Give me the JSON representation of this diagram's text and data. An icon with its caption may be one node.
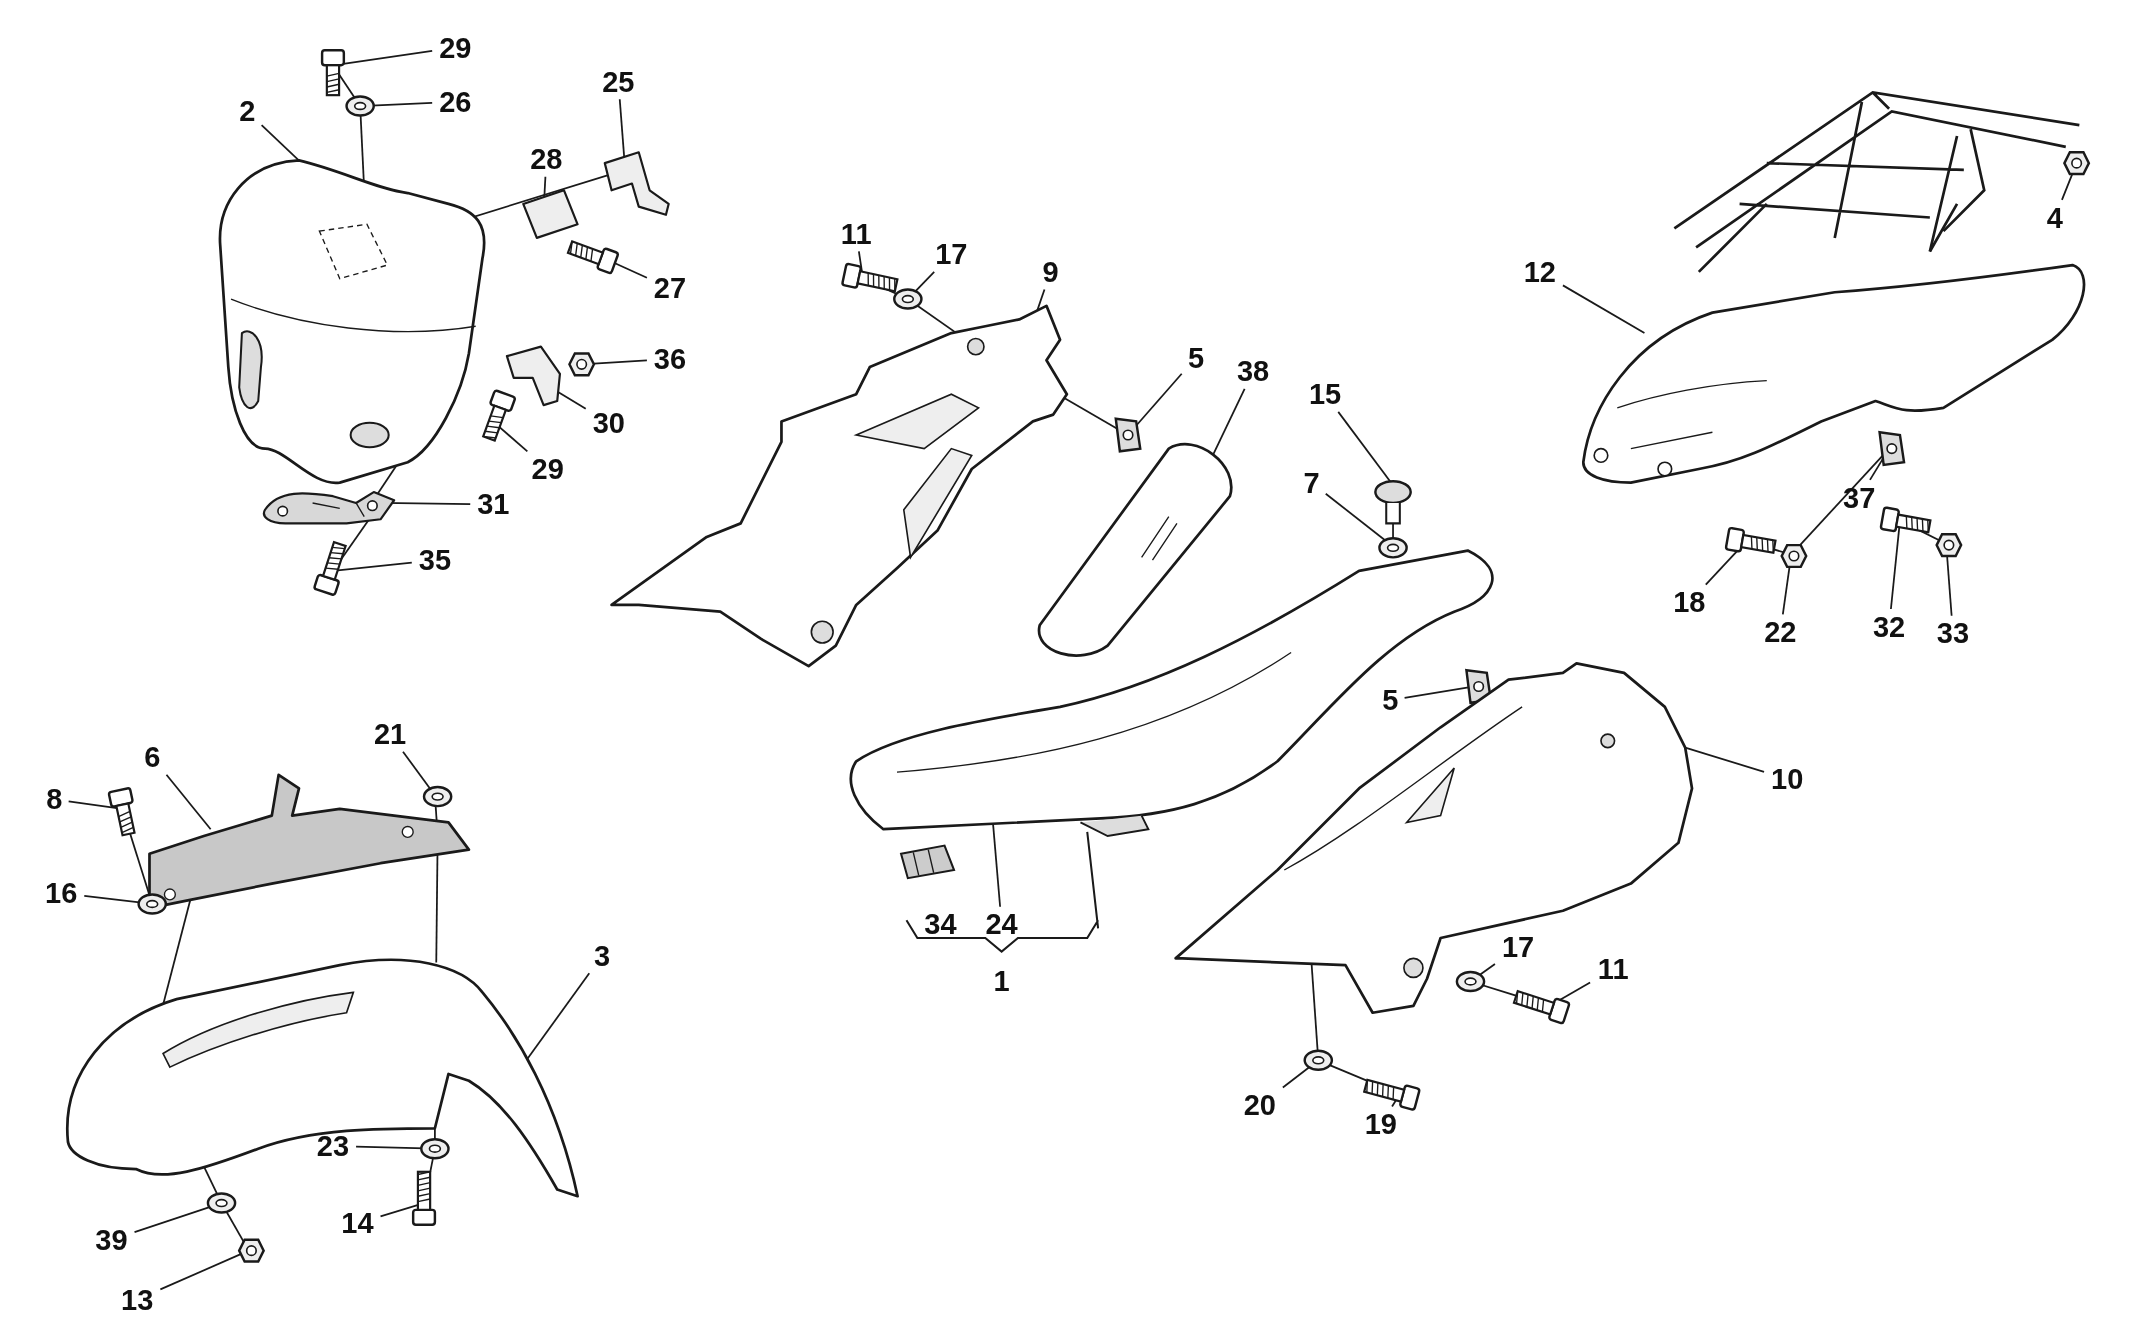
{
  "diagram": {
    "nodes": [
      {
        "text": [
          "29"
        ]
      },
      {
        "text": [
          "26"
        ]
      },
      {
        "text": [
          "2"
        ]
      },
      {
        "text": [
          "25"
        ]
      },
      {
        "text": [
          "28"
        ]
      },
      {
        "text": [
          "27"
        ]
      },
      {
        "text": [
          "36"
        ]
      },
      {
        "text": [
          "30"
        ]
      },
      {
        "text": [
          "29"
        ]
      },
      {
        "text": [
          "31"
        ]
      },
      {
        "text": [
          "35"
        ]
      },
      {
        "text": [
          "11"
        ]
      },
      {
        "text": [
          "17"
        ]
      },
      {
        "text": [
          "9"
        ]
      },
      {
        "text": [
          "5"
        ]
      },
      {
        "text": [
          "38"
        ]
      },
      {
        "text": [
          "15"
        ]
      },
      {
        "text": [
          "7"
        ]
      },
      {
        "text": [
          "12"
        ]
      },
      {
        "text": [
          "4"
        ]
      },
      {
        "text": [
          "37"
        ]
      },
      {
        "text": [
          "18"
        ]
      },
      {
        "text": [
          "22"
        ]
      },
      {
        "text": [
          "32"
        ]
      },
      {
        "text": [
          "33"
        ]
      },
      {
        "text": [
          "5"
        ]
      },
      {
        "text": [
          "10"
        ]
      },
      {
        "text": [
          "21"
        ]
      },
      {
        "text": [
          "6"
        ]
      },
      {
        "text": [
          "8"
        ]
      },
      {
        "text": [
          "16"
        ]
      },
      {
        "text": [
          "3"
        ]
      },
      {
        "text": [
          "24"
        ]
      },
      {
        "text": [
          "17"
        ]
      },
      {
        "text": [
          "11"
        ]
      },
      {
        "text": [
          "20"
        ]
      },
      {
        "text": [
          "19"
        ]
      },
      {
        "text": [
          "23"
        ]
      },
      {
        "text": [
          "14"
        ]
      },
      {
        "text": [
          "39"
        ]
      },
      {
        "text": [
          "13"
        ]
      },
      {
        "text": [],
        "shape": "picture"
      },
      {
        "text": [],
        "shape": "picture"
      },
      {
        "text": [],
        "shape": "picture"
      },
      {
        "text": [],
        "shape": "picture"
      },
      {
        "text": [],
        "shape": "picture"
      },
      {
        "text": [],
        "shape": "picture"
      },
      {
        "text": [],
        "shape": "picture"
      },
      {
        "text": [],
        "shape": "picture"
      },
      {
        "text": [],
        "shape": "picture"
      },
      {
        "text": [],
        "shape": "picture"
      },
      {
        "text": [],
        "shape": "picture"
      },
      {
        "text": [],
        "shape": "picture"
      },
      {
        "text": [],
        "shape": "picture"
      },
      {
        "text": [],
        "shape": "picture"
      },
      {
        "text": [],
        "shape": "picture"
      },
      {
        "text": [],
        "shape": "picture"
      },
      {
        "text": [],
        "shape": "picture"
      },
      {
        "text": [],
        "shape": "picture"
      },
      {
        "text": [],
        "shape": "picture"
      },
      {
        "text": [],
        "shape": "picture"
      },
      {
        "text": [],
        "shape": "picture"
      },
      {
        "text": [],
        "shape": "picture"
      },
      {
        "text": [],
        "shape": "picture"
      },
      {
        "text": [],
        "shape": "picture"
      },
      {
        "text": [],
        "shape": "picture"
      },
      {
        "text": [],
        "shape": "picture"
      },
      {
        "text": [],
        "shape": "picture"
      },
      {
        "text": [],
        "shape": "picture"
      },
      {
        "text": [],
        "shape": "picture"
      },
      {
        "text": [],
        "shape": "picture"
      },
      {
        "text": [],
        "shape": "picture"
      },
      {
        "text": [],
        "shape": "picture"
      },
      {
        "text": [],
        "shape": "picture"
      },
      {
        "text": [],
        "shape": "picture"
      },
      {
        "text": [],
        "shape": "picture"
      },
      {
        "text": [],
        "shape": "picture"
      },
      {
        "text": [],
        "shape": "picture"
      },
      {
        "text": [],
        "shape": "picture"
      },
      {
        "text": [],
        "shape": "picture"
      },
      {
        "text": [],
        "shape": "picture"
      },
      {
        "text": [],
        "shape": "picture"
      }
    ],
    "edges": [
      {
        "from": 0,
        "to": 41,
        "arrow": "none"
      },
      {
        "from": 1,
        "to": 42,
        "arrow": "none"
      },
      {
        "from": 2,
        "to": 43,
        "arrow": "none"
      },
      {
        "from": 3,
        "to": 44,
        "arrow": "none"
      },
      {
        "from": 4,
        "to": 45,
        "arrow": "none"
      },
      {
        "from": 5,
        "to": 46,
        "arrow": "none"
      },
      {
        "from": 6,
        "to": 47,
        "arrow": "none"
      },
      {
        "from": 7,
        "to": 48,
        "arrow": "none"
      },
      {
        "from": 8,
        "to": 49,
        "arrow": "none"
      },
      {
        "from": 9,
        "to": 50,
        "arrow": "none"
      },
      {
        "from": 10,
        "to": 51,
        "arrow": "none"
      },
      {
        "from": 11,
        "to": 52,
        "arrow": "none"
      },
      {
        "from": 12,
        "to": 53,
        "arrow": "none"
      },
      {
        "from": 13,
        "to": 54,
        "arrow": "none"
      },
      {
        "from": 14,
        "to": 55,
        "arrow": "none"
      },
      {
        "from": 15,
        "to": 56,
        "arrow": "none"
      },
      {
        "from": 16,
        "to": 57,
        "arrow": "none"
      },
      {
        "from": 17,
        "to": 58,
        "arrow": "none"
      },
      {
        "from": 18,
        "to": 59,
        "arrow": "none"
      },
      {
        "from": 19,
        "to": 60,
        "arrow": "none"
      },
      {
        "from": 20,
        "to": 61,
        "arrow": "none"
      },
      {
        "from": 21,
        "to": 62,
        "arrow": "none"
      },
      {
        "from": 22,
        "to": 63,
        "arrow": "none"
      },
      {
        "from": 23,
        "to": 64,
        "arrow": "none"
      },
      {
        "from": 24,
        "to": 65,
        "arrow": "none"
      },
      {
        "from": 25,
        "to": 66,
        "arrow": "none"
      },
      {
        "from": 26,
        "to": 67,
        "arrow": "none"
      },
      {
        "from": 27,
        "to": 68,
        "arrow": "none"
      },
      {
        "from": 28,
        "to": 69,
        "arrow": "none"
      },
      {
        "from": 29,
        "to": 70,
        "arrow": "none"
      },
      {
        "from": 30,
        "to": 71,
        "arrow": "none"
      },
      {
        "from": 31,
        "to": 72,
        "arrow": "none"
      },
      {
        "from": 32,
        "to": 73,
        "arrow": "none"
      },
      {
        "from": 33,
        "to": 74,
        "arrow": "none"
      },
      {
        "from": 34,
        "to": 75,
        "arrow": "none"
      },
      {
        "from": 35,
        "to": 76,
        "arrow": "none"
      },
      {
        "from": 36,
        "to": 77,
        "arrow": "none"
      },
      {
        "from": 37,
        "to": 78,
        "arrow": "none"
      },
      {
        "from": 38,
        "to": 79,
        "arrow": "none"
      },
      {
        "from": 39,
        "to": 80,
        "arrow": "none"
      },
      {
        "from": 40,
        "to": 81,
        "arrow": "none"
      },
      {
        "from": 41,
        "to": 42,
        "arrow": "none"
      },
      {
        "from": 42,
        "to": 43,
        "arrow": "none"
      },
      {
        "from": 44,
        "to": 43,
        "arrow": "none"
      },
      {
        "from": 51,
        "to": 50,
        "arrow": "none"
      },
      {
        "from": 50,
        "to": 43,
        "arrow": "none"
      },
      {
        "from": 52,
        "to": 53,
        "arrow": "none"
      },
      {
        "from": 53,
        "to": 54,
        "arrow": "none"
      },
      {
        "from": 57,
        "to": 58,
        "arrow": "none"
      },
      {
        "from": 62,
        "to": 63,
        "arrow": "none"
      },
      {
        "from": 63,
        "to": 61,
        "arrow": "none"
      },
      {
        "from": 64,
        "to": 65,
        "arrow": "none"
      },
      {
        "from": 70,
        "to": 71,
        "arrow": "none"
      },
      {
        "from": 69,
        "to": 72,
        "arrow": "none"
      },
      {
        "from": 68,
        "to": 69,
        "arrow": "none"
      },
      {
        "from": 78,
        "to": 79,
        "arrow": "none"
      },
      {
        "from": 80,
        "to": 81,
        "arrow": "none"
      },
      {
        "from": 72,
        "to": 80,
        "arrow": "none"
      },
      {
        "from": 74,
        "to": 75,
        "arrow": "none"
      },
      {
        "from": 76,
        "to": 77,
        "arrow": "none"
      },
      {
        "from": 67,
        "to": 76,
        "arrow": "none"
      },
      {
        "from": 54,
        "to": 55,
        "arrow": "none"
      },
      {
        "from": 69,
        "to": 72,
        "arrow": "none"
      },
      {
        "from": 72,
        "to": 78,
        "arrow": "none"
      }
    ],
    "labels": [
      "34",
      "1"
    ]
  }
}
